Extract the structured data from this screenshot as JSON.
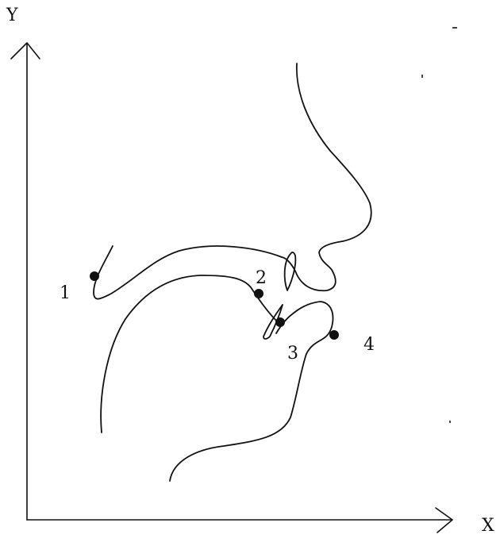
{
  "axes": {
    "x_label": "X",
    "y_label": "Y"
  },
  "points": [
    {
      "label": "1"
    },
    {
      "label": "2"
    },
    {
      "label": "3"
    },
    {
      "label": "4"
    }
  ]
}
